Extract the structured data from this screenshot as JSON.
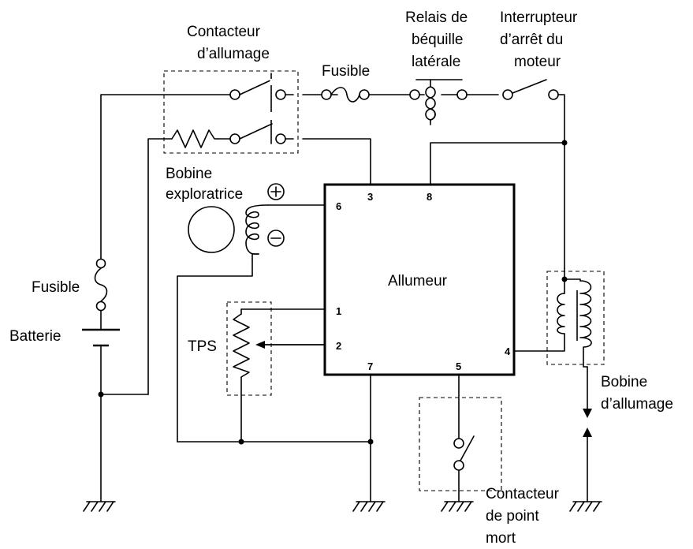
{
  "labels": {
    "contacteur_allumage": [
      "Contacteur",
      "d’allumage"
    ],
    "fusible_top": "Fusible",
    "relais_bequille": [
      "Relais de",
      "béquille",
      "latérale"
    ],
    "interrupteur_arret": [
      "Interrupteur",
      "d’arrêt du",
      "moteur"
    ],
    "bobine_exploratrice": [
      "Bobine",
      "exploratrice"
    ],
    "allumeur": "Allumeur",
    "fusible_left": "Fusible",
    "batterie": "Batterie",
    "tps": "TPS",
    "bobine_allumage": [
      "Bobine",
      "d’allumage"
    ],
    "contacteur_point_mort": [
      "Contacteur",
      "de point",
      "mort"
    ],
    "plus_sign": "+",
    "minus_sign": "−"
  },
  "pins": {
    "p1": "1",
    "p2": "2",
    "p3": "3",
    "p4": "4",
    "p5": "5",
    "p6": "6",
    "p7": "7",
    "p8": "8"
  }
}
